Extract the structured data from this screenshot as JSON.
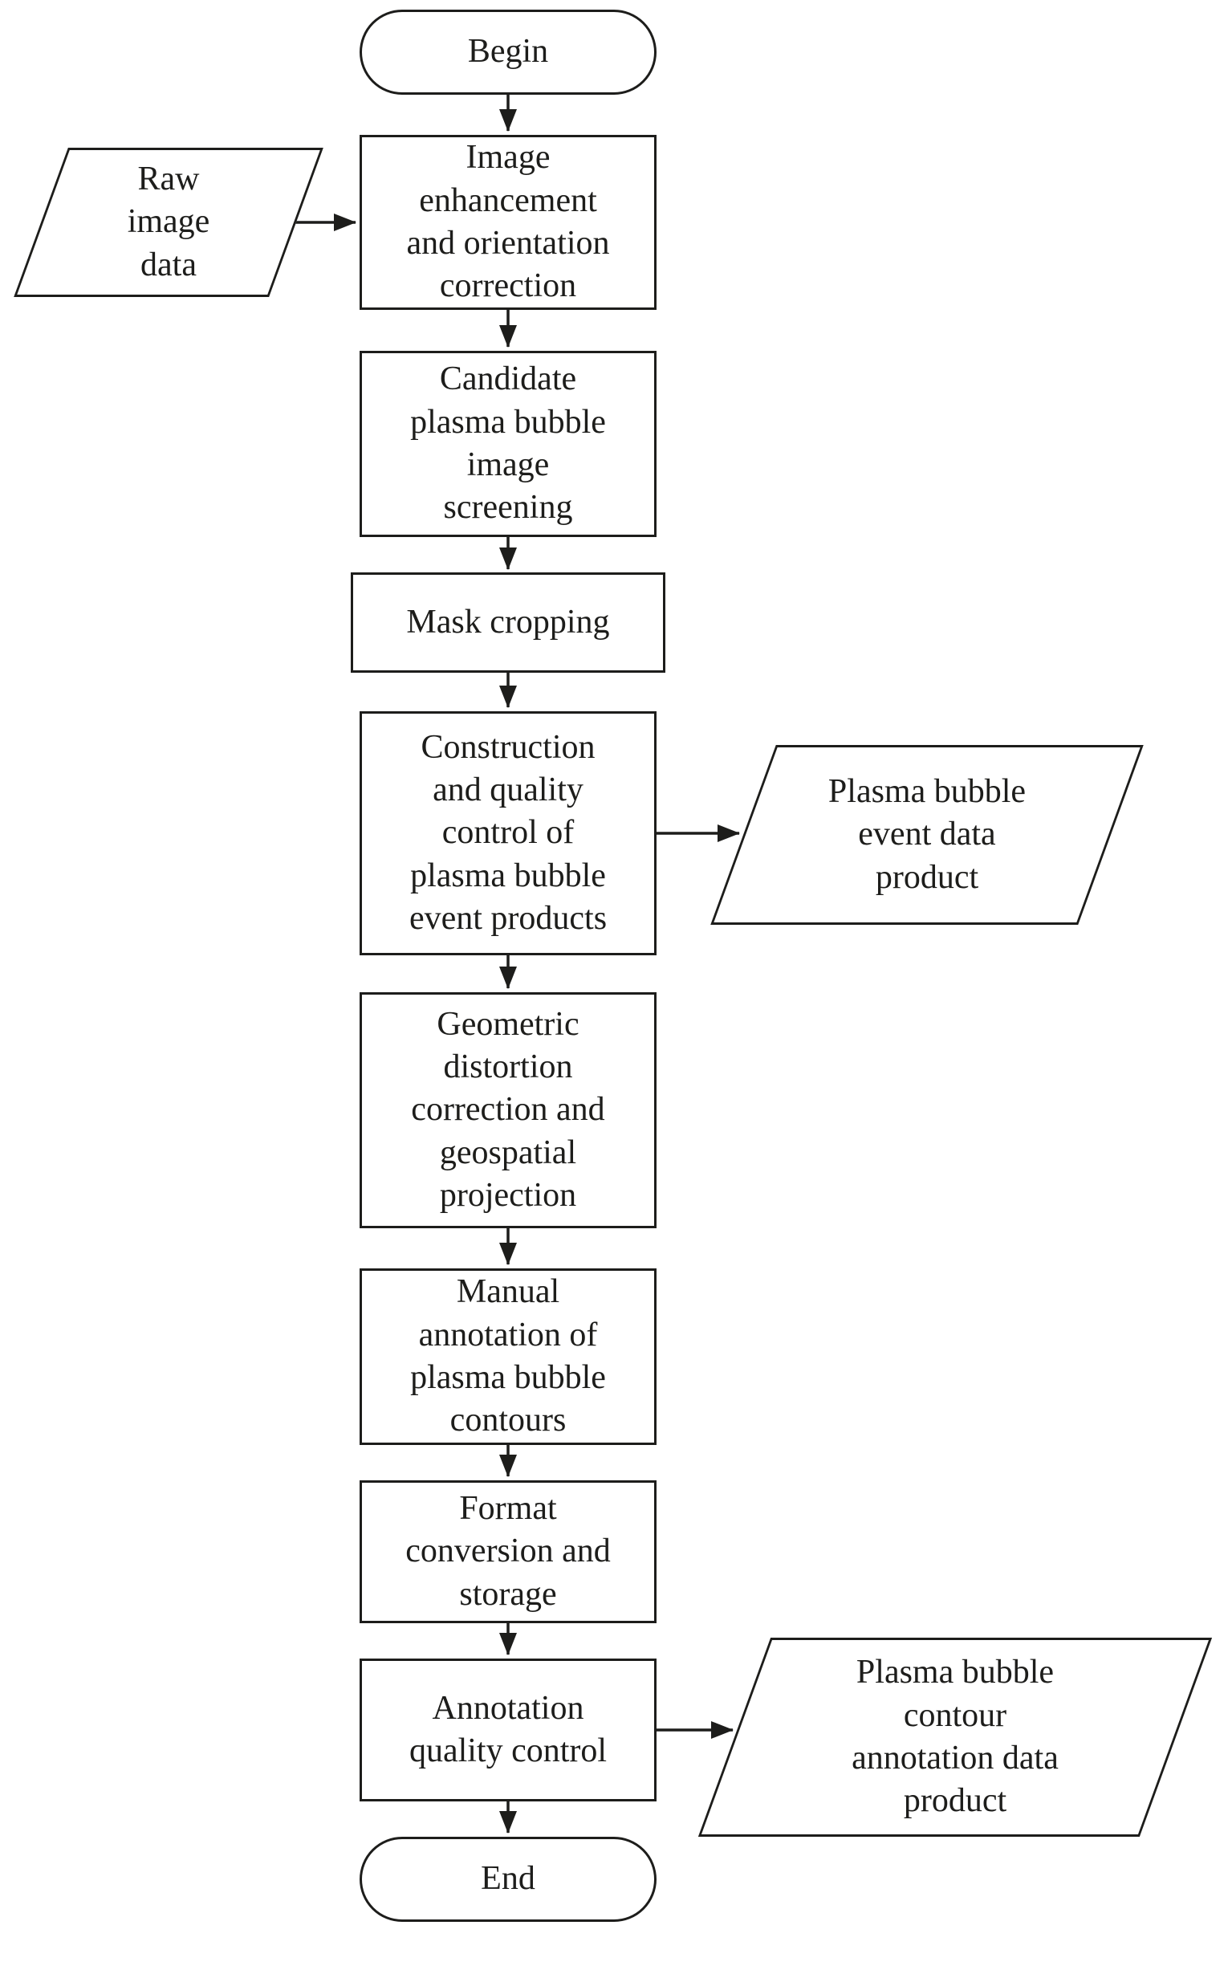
{
  "colors": {
    "stroke": "#1d1d1b",
    "background": "#ffffff",
    "text": "#1d1d1b"
  },
  "nodes": {
    "begin": {
      "type": "terminator",
      "label": "Begin"
    },
    "raw_image_data": {
      "type": "data",
      "label": "Raw\nimage\ndata"
    },
    "image_enhancement": {
      "type": "process",
      "label": "Image\nenhancement\nand orientation\ncorrection"
    },
    "candidate_screening": {
      "type": "process",
      "label": "Candidate\nplasma bubble\nimage\nscreening"
    },
    "mask_cropping": {
      "type": "process",
      "label": "Mask cropping"
    },
    "event_product_construction": {
      "type": "process",
      "label": "Construction\nand quality\ncontrol of\nplasma bubble\nevent products"
    },
    "event_data_product": {
      "type": "data",
      "label": "Plasma bubble\nevent data\nproduct"
    },
    "geometric_correction": {
      "type": "process",
      "label": "Geometric\ndistortion\ncorrection and\ngeospatial\nprojection"
    },
    "manual_annotation": {
      "type": "process",
      "label": "Manual\nannotation of\nplasma bubble\ncontours"
    },
    "format_conversion": {
      "type": "process",
      "label": "Format\nconversion and\nstorage"
    },
    "annotation_quality_control": {
      "type": "process",
      "label": "Annotation\nquality control"
    },
    "contour_annotation_product": {
      "type": "data",
      "label": "Plasma bubble\ncontour\nannotation data\nproduct"
    },
    "end": {
      "type": "terminator",
      "label": "End"
    }
  },
  "edges": [
    {
      "from": "begin",
      "to": "image_enhancement"
    },
    {
      "from": "raw_image_data",
      "to": "image_enhancement"
    },
    {
      "from": "image_enhancement",
      "to": "candidate_screening"
    },
    {
      "from": "candidate_screening",
      "to": "mask_cropping"
    },
    {
      "from": "mask_cropping",
      "to": "event_product_construction"
    },
    {
      "from": "event_product_construction",
      "to": "event_data_product"
    },
    {
      "from": "event_product_construction",
      "to": "geometric_correction"
    },
    {
      "from": "geometric_correction",
      "to": "manual_annotation"
    },
    {
      "from": "manual_annotation",
      "to": "format_conversion"
    },
    {
      "from": "format_conversion",
      "to": "annotation_quality_control"
    },
    {
      "from": "annotation_quality_control",
      "to": "contour_annotation_product"
    },
    {
      "from": "annotation_quality_control",
      "to": "end"
    }
  ]
}
